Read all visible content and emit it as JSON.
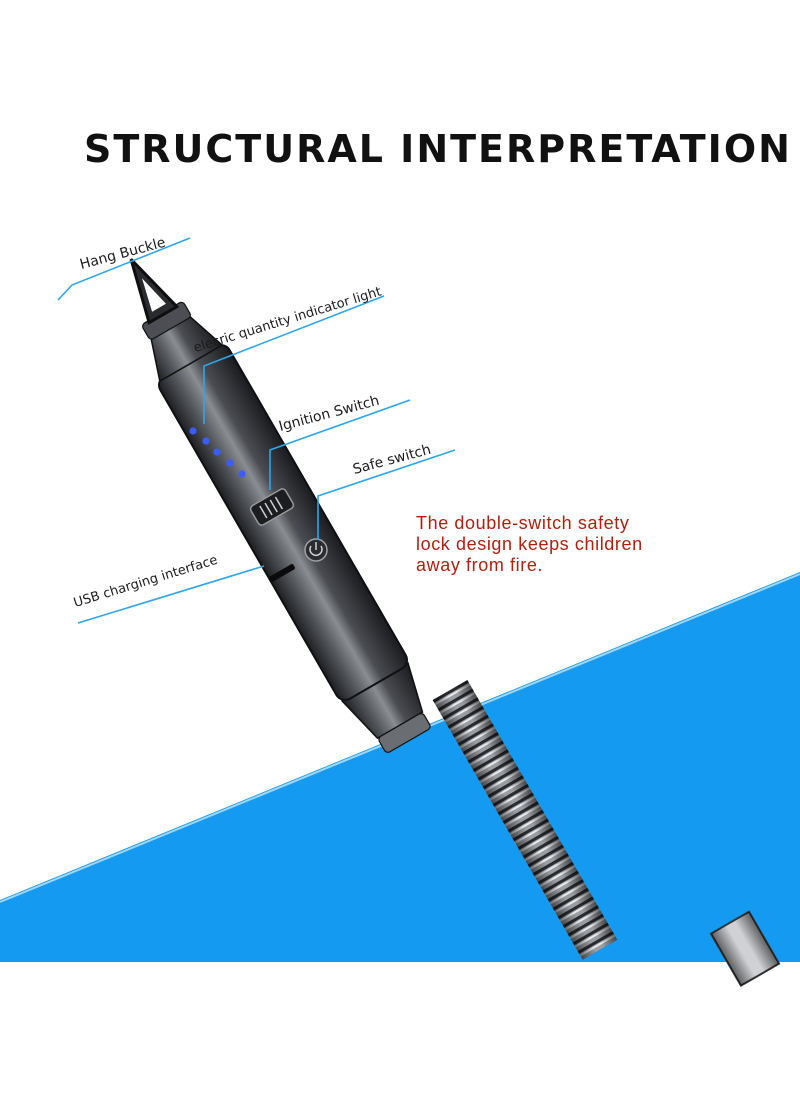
{
  "title": "STRUCTURAL INTERPRETATION",
  "callouts": {
    "hang_buckle": "Hang Buckle",
    "indicator_light": "elecric quantity indicator light",
    "ignition_switch": "Ignition Switch",
    "safe_switch": "Safe switch",
    "usb_interface": "USB charging interface"
  },
  "safety_note": {
    "lines": [
      "The double-switch safety",
      "lock design keeps children",
      "away from fire."
    ]
  },
  "colors": {
    "background": "#ffffff",
    "blue_panel": "#149af0",
    "callout_line": "#2ea6e8",
    "safety_text": "#b0200e",
    "indicator_leds": "#3a5cff",
    "body_metal": "#3a3c40"
  }
}
